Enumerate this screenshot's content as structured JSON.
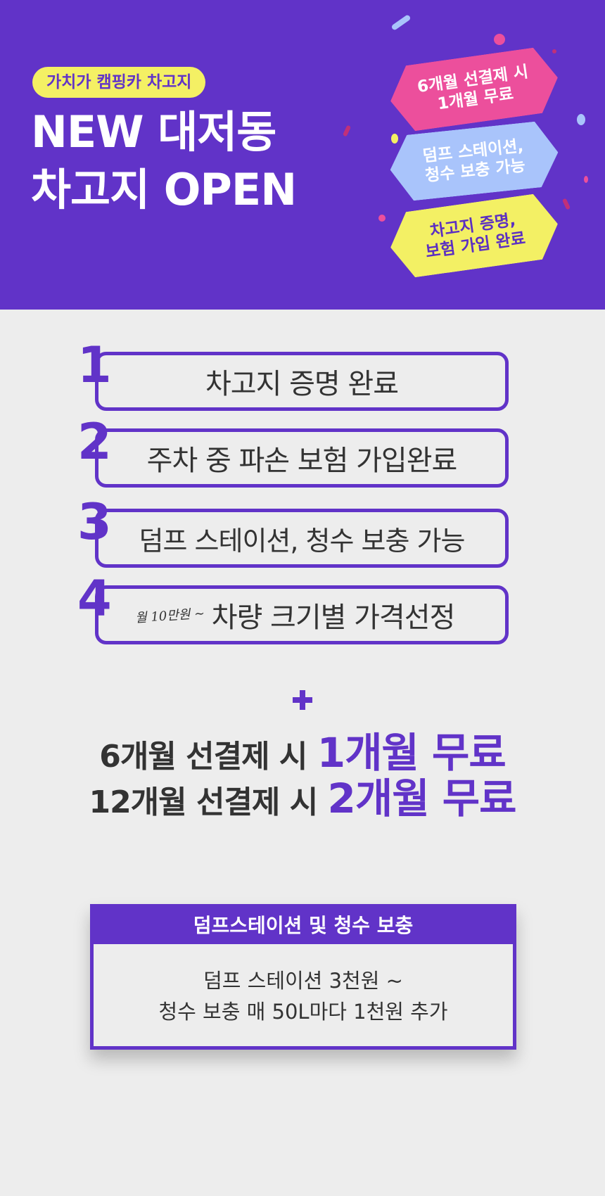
{
  "hero": {
    "pill": "가치가 캠핑카 차고지",
    "title_line1": "NEW 대저동",
    "title_line2": "차고지 OPEN",
    "tags": [
      {
        "label": "6개월 선결제 시\n1개월 무료"
      },
      {
        "label": "덤프 스테이션,\n청수 보충 가능"
      },
      {
        "label": "차고지 증명,\n보험 가입 완료"
      }
    ]
  },
  "steps": [
    {
      "num": "1",
      "label": "차고지 증명 완료",
      "note": ""
    },
    {
      "num": "2",
      "label": "주차 중 파손 보험 가입완료",
      "note": ""
    },
    {
      "num": "3",
      "label": "덤프 스테이션, 청수 보충 가능",
      "note": ""
    },
    {
      "num": "4",
      "label": "차량 크기별 가격선정",
      "note": "월 10만원 ~"
    }
  ],
  "promo": {
    "line1_prefix": "6개월 선결제 시 ",
    "line1_highlight": "1개월 무료",
    "line2_prefix": "12개월 선결제 시 ",
    "line2_highlight": "2개월 무료"
  },
  "info": {
    "title": "덤프스테이션 및 청수 보충",
    "line1": "덤프 스테이션 3천원 ~",
    "line2": "청수 보충 매 50L마다 1천원 추가"
  },
  "colors": {
    "purple": "#6133c8",
    "yellow": "#f4f064",
    "pink": "#ec4f9c",
    "light_blue": "#a9c4fb",
    "background": "#ededed"
  }
}
